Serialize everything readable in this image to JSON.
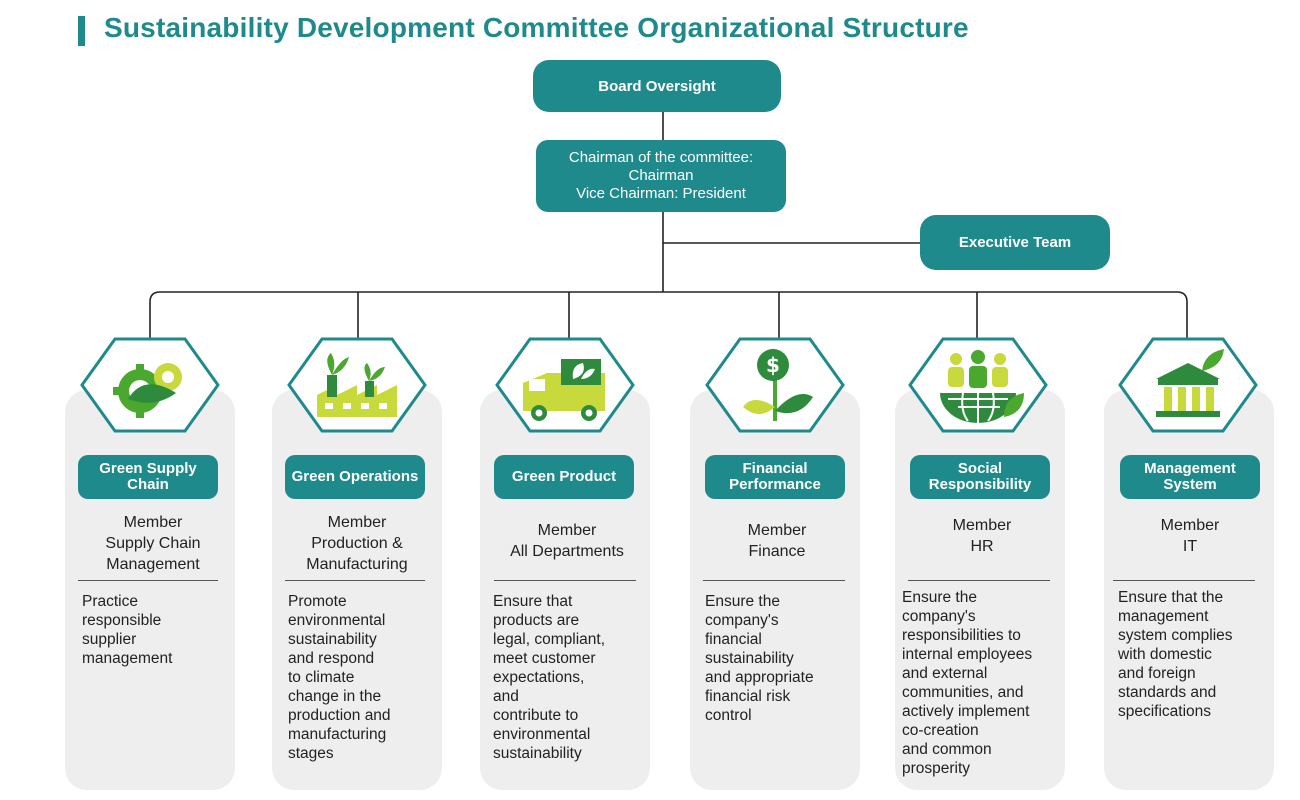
{
  "title": "Sustainability Development Committee Organizational Structure",
  "colors": {
    "primary": "#1e8a8c",
    "leaf_green": "#4aa82e",
    "lime": "#c8d93b",
    "card_bg": "#eeeeee"
  },
  "board": {
    "label": "Board Oversight"
  },
  "chairman": {
    "line1": "Chairman of the committee:",
    "line2": "Chairman",
    "line3": "Vice Chairman: President"
  },
  "executive": {
    "label": "Executive Team"
  },
  "teams": [
    {
      "name": "Green Supply Chain",
      "icon": "gear-leaf-icon",
      "member_title": "Member",
      "member_dept": "Supply Chain Management",
      "description": "Practice\nresponsible\nsupplier\nmanagement"
    },
    {
      "name": "Green Operations",
      "icon": "factory-plant-icon",
      "member_title": "Member",
      "member_dept": "Production &\nManufacturing",
      "description": "Promote\nenvironmental\nsustainability\nand respond\nto climate\nchange in the\nproduction and\nmanufacturing\nstages"
    },
    {
      "name": "Green Product",
      "icon": "delivery-truck-leaf-icon",
      "member_title": "Member",
      "member_dept": "All Departments",
      "description": "Ensure that\nproducts are\nlegal, compliant,\nmeet customer\nexpectations,\nand\ncontribute to\nenvironmental\nsustainability"
    },
    {
      "name": "Financial Performance",
      "icon": "dollar-plant-icon",
      "member_title": "Member",
      "member_dept": "Finance",
      "description": "Ensure the\ncompany's\nfinancial\nsustainability\nand appropriate\nfinancial risk\ncontrol"
    },
    {
      "name": "Social Responsibility",
      "icon": "people-globe-icon",
      "member_title": "Member",
      "member_dept": "HR",
      "description": "Ensure the\ncompany's\nresponsibilities to\ninternal employees\nand external\ncommunities, and\nactively implement\nco-creation\nand common\nprosperity"
    },
    {
      "name": "Management System",
      "icon": "institution-leaf-icon",
      "member_title": "Member",
      "member_dept": "IT",
      "description": "Ensure that the\nmanagement\nsystem complies\nwith domestic\nand foreign\nstandards and\nspecifications"
    }
  ]
}
